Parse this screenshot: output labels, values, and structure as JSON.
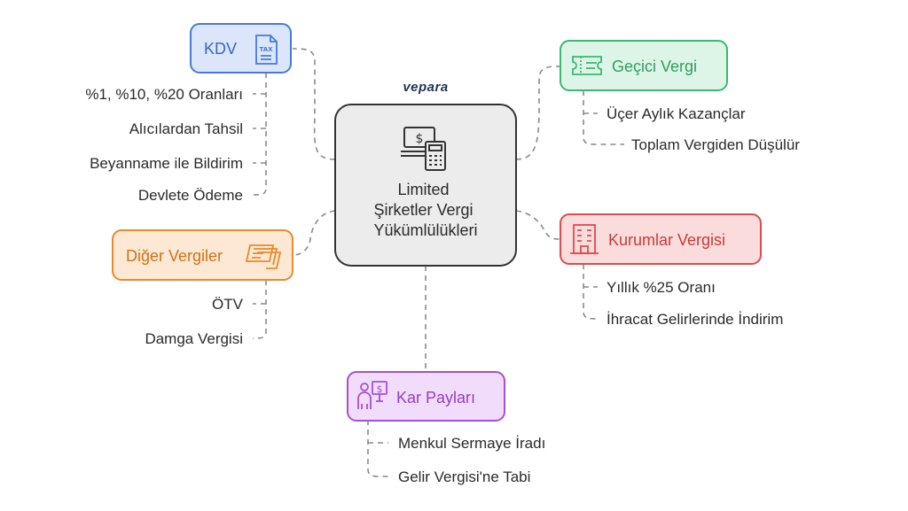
{
  "brand": "vepara",
  "center": {
    "lines": [
      "Limited",
      "Şirketler Vergi",
      "Yükümlülükleri"
    ],
    "icon": "money-calculator-icon"
  },
  "branches": {
    "kdv": {
      "label": "KDV",
      "icon": "tax-document-icon",
      "color": "#4a78d6",
      "fill": "#dbe6fb",
      "items": [
        "%1, %10, %20 Oranları",
        "Alıcılardan Tahsil",
        "Beyanname ile Bildirim",
        "Devlete Ödeme"
      ]
    },
    "gecici": {
      "label": "Geçici Vergi",
      "icon": "ticket-icon",
      "color": "#3bb873",
      "fill": "#dcf5e7",
      "items": [
        "Üçer Aylık Kazançlar",
        "Toplam Vergiden Düşülür"
      ]
    },
    "kurumlar": {
      "label": "Kurumlar Vergisi",
      "icon": "building-icon",
      "color": "#e04b4b",
      "fill": "#fbdcdc",
      "items": [
        "Yıllık %25 Oranı",
        "İhracat Gelirlerinde İndirim"
      ]
    },
    "diger": {
      "label": "Diğer Vergiler",
      "icon": "money-stack-icon",
      "color": "#e88a2e",
      "fill": "#fde8d3",
      "items": [
        "ÖTV",
        "Damga Vergisi"
      ]
    },
    "kar": {
      "label": "Kar Payları",
      "icon": "investor-icon",
      "color": "#a64fd6",
      "fill": "#f1ddfb",
      "items": [
        "Menkul Sermaye İradı",
        "Gelir Vergisi'ne Tabi"
      ]
    }
  }
}
